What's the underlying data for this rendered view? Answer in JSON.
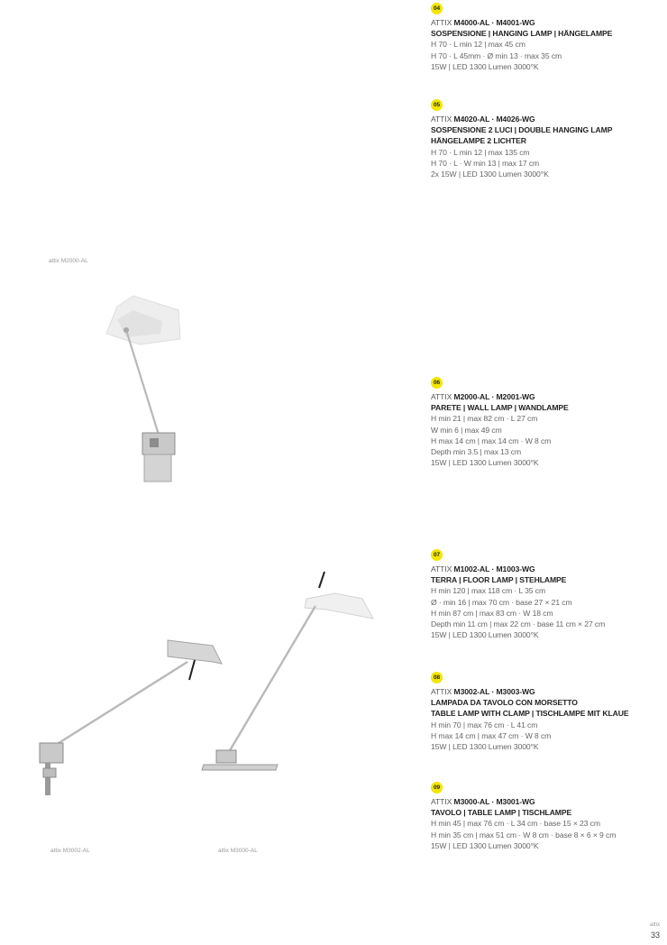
{
  "products": [
    {
      "badge": "04",
      "code_prefix": "ATTIX",
      "codes": "M4000-AL · M4001-WG",
      "titles": [
        "SOSPENSIONE | HANGING LAMP | HÄNGELAMPE"
      ],
      "details": [
        "H 70 · L min 12 | max 45 cm",
        "H 70 · L 45mm · Ø min 13 · max 35 cm",
        "15W | LED 1300 Lumen 3000°K"
      ]
    },
    {
      "badge": "05",
      "code_prefix": "ATTIX",
      "codes": "M4020-AL · M4026-WG",
      "titles": [
        "SOSPENSIONE 2 LUCI | DOUBLE HANGING LAMP",
        "HÄNGELAMPE 2 LICHTER"
      ],
      "details": [
        "H 70 · L min 12 | max 135 cm",
        "H 70 · L · W min 13 | max 17 cm",
        "2x 15W | LED 1300 Lumen 3000°K"
      ]
    },
    {
      "badge": "06",
      "code_prefix": "ATTIX",
      "codes": "M2000-AL · M2001-WG",
      "titles": [
        "PARETE | WALL LAMP | WANDLAMPE"
      ],
      "details": [
        "H min 21 | max 82 cm · L 27 cm",
        "W min 6 | max 49 cm",
        "H max 14 cm | max 14 cm · W 8 cm",
        "Depth min 3.5 | max 13 cm",
        "15W | LED 1300 Lumen 3000°K"
      ]
    },
    {
      "badge": "07",
      "code_prefix": "ATTIX",
      "codes": "M1002-AL · M1003-WG",
      "titles": [
        "TERRA | FLOOR LAMP | STEHLAMPE"
      ],
      "details": [
        "H min 120 | max 118 cm · L 35 cm",
        "Ø · min 16 | max 70 cm · base 27 × 21 cm",
        "H min 87 cm | max 83 cm · W 18 cm",
        "Depth min 11 cm | max 22 cm · base 11 cm × 27 cm",
        "15W | LED 1300 Lumen 3000°K"
      ]
    },
    {
      "badge": "08",
      "code_prefix": "ATTIX",
      "codes": "M3002-AL · M3003-WG",
      "titles": [
        "LAMPADA DA TAVOLO CON MORSETTO",
        "TABLE LAMP WITH CLAMP | TISCHLAMPE MIT KLAUE"
      ],
      "details": [
        "H min 70 | max 76 cm · L 41 cm",
        "H max 14 cm | max 47 cm · W 8 cm",
        "15W | LED 1300 Lumen 3000°K"
      ]
    },
    {
      "badge": "09",
      "code_prefix": "ATTIX",
      "codes": "M3000-AL · M3001-WG",
      "titles": [
        "TAVOLO | TABLE LAMP | TISCHLAMPE"
      ],
      "details": [
        "H min 45 | max 76 cm · L 34 cm · base 15 × 23 cm",
        "H min 35 cm | max 51 cm · W 8 cm · base 8 × 6 × 9 cm",
        "15W | LED 1300 Lumen 3000°K"
      ]
    }
  ],
  "captions": [
    "attix M2000-AL",
    "attix M3002-AL",
    "attix M3000-AL"
  ],
  "page": {
    "label": "attix",
    "number": "33"
  },
  "colors": {
    "badge": "#f2e600",
    "lamp": "#b9b9b9",
    "lamp_dark": "#8c8c8c"
  }
}
